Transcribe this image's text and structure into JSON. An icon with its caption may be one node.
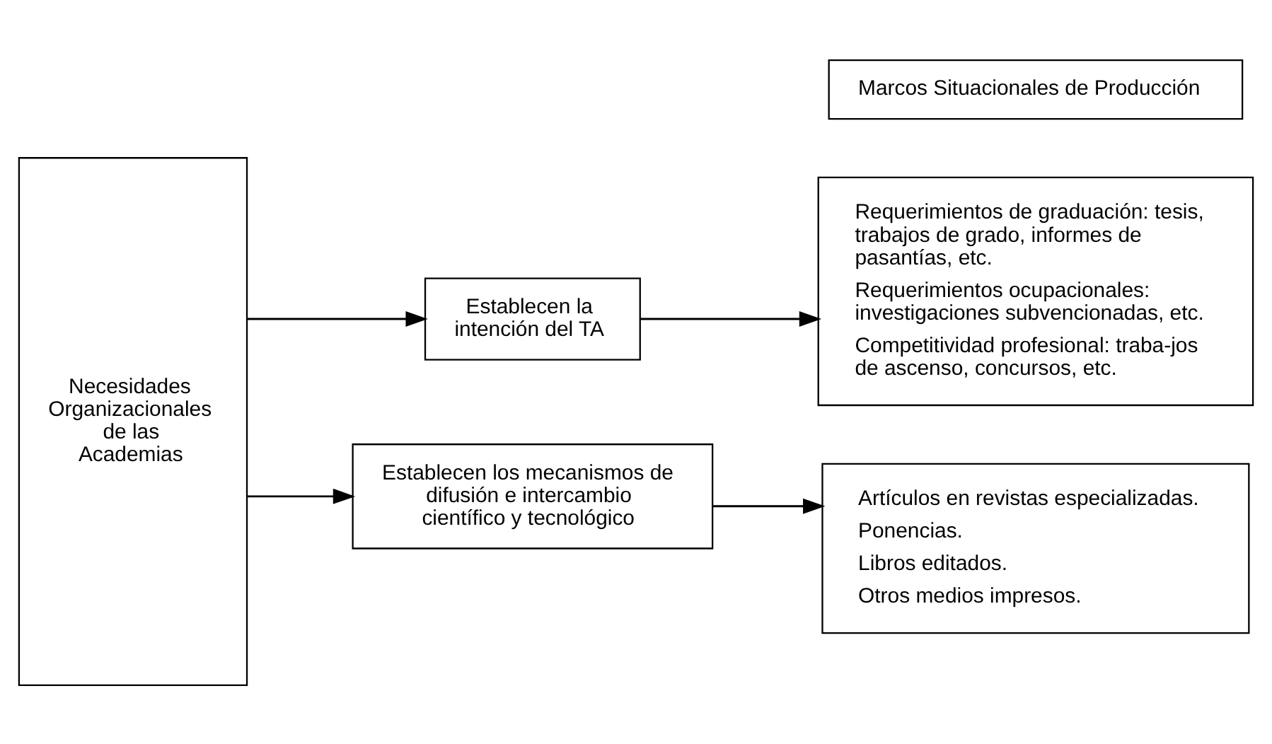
{
  "diagram": {
    "nodes": [
      {
        "text": [
          "Necesidades Organizacionales de las Academias"
        ]
      },
      {
        "text": [
          "Establecen la intención del TA"
        ]
      },
      {
        "text": [
          "Establecen los mecanismos de difusión e intercambio científico y tecnológico"
        ]
      },
      {
        "text": [
          "Marcos Situacionales de Producción"
        ]
      },
      {
        "text": [
          "Requerimientos de graduación: tesis, trabajos de grado, informes de pasantías, etc.",
          "Requerimientos ocupacionales: investigaciones subvencionadas, etc.",
          "Competitividad profesional: traba-jos de ascenso, concursos, etc."
        ]
      },
      {
        "text": [
          "Artículos en revistas especializadas.",
          "Ponencias.",
          "Libros editados.",
          "Otros medios impresos."
        ]
      }
    ],
    "edges": [
      {
        "from": 0,
        "to": 1,
        "arrow": "to"
      },
      {
        "from": 0,
        "to": 2,
        "arrow": "to"
      },
      {
        "from": 1,
        "to": 4,
        "arrow": "to"
      },
      {
        "from": 2,
        "to": 5,
        "arrow": "to"
      }
    ]
  }
}
